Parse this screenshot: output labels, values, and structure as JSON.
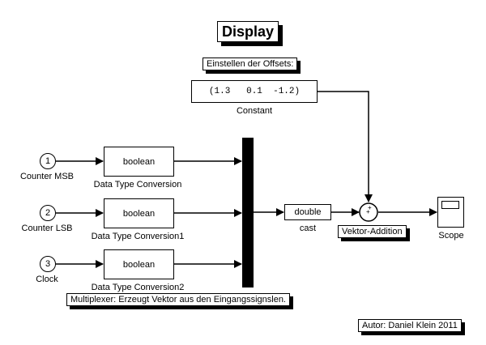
{
  "title": "Display",
  "annotations": {
    "offsets_note": "Einstellen der Offsets:",
    "mux_note": "Multiplexer: Erzeugt Vektor aus den Eingangssignslen.",
    "author_note": "Autor: Daniel Klein 2011"
  },
  "inports": [
    {
      "number": "1",
      "label": "Counter MSB"
    },
    {
      "number": "2",
      "label": "Counter LSB"
    },
    {
      "number": "3",
      "label": "Clock"
    }
  ],
  "conversions": [
    {
      "text": "boolean",
      "label": "Data Type Conversion"
    },
    {
      "text": "boolean",
      "label": "Data Type Conversion1"
    },
    {
      "text": "boolean",
      "label": "Data Type Conversion2"
    }
  ],
  "constant": {
    "value": "(1.3   0.1  -1.2)",
    "label": "Constant"
  },
  "cast": {
    "text": "double",
    "label": "cast"
  },
  "sum": {
    "label": "Vektor-Addition",
    "signs": "++"
  },
  "scope": {
    "label": "Scope"
  }
}
